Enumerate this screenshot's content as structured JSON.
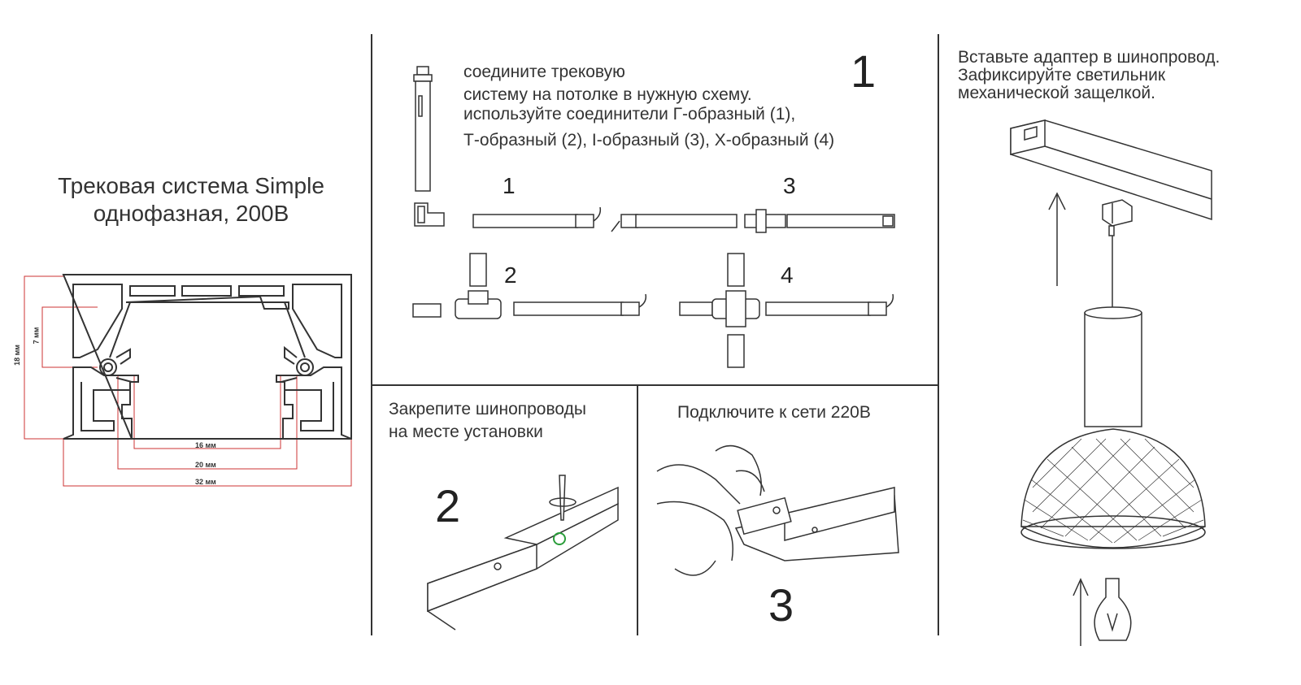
{
  "title_line1": "Трековая система Simple",
  "title_line2": "однофазная,  200В",
  "profile": {
    "dims": {
      "h18": "18 мм",
      "h7": "7 мм",
      "w16": "16 мм",
      "w20": "20 мм",
      "w32": "32 мм"
    }
  },
  "step1": {
    "number": "1",
    "text": [
      "соедините трековую",
      "систему на потолке в нужную схему.",
      "используйте соединители Г-образный (1),",
      "Т-образный (2), I-образный (3), Х-образный (4)"
    ],
    "labels": [
      "1",
      "2",
      "3",
      "4"
    ]
  },
  "step2": {
    "text": [
      "Закрепите шинопроводы",
      "на месте установки"
    ],
    "number": "2"
  },
  "step3": {
    "text": "Подключите к сети 220В",
    "number": "3"
  },
  "step4": {
    "text": [
      "Вставьте адаптер в шинопровод.",
      "Зафиксируйте светильник",
      "механической защелкой."
    ]
  },
  "colors": {
    "line": "#333333",
    "dim": "#cc3333",
    "accent": "#2a9d3a"
  }
}
